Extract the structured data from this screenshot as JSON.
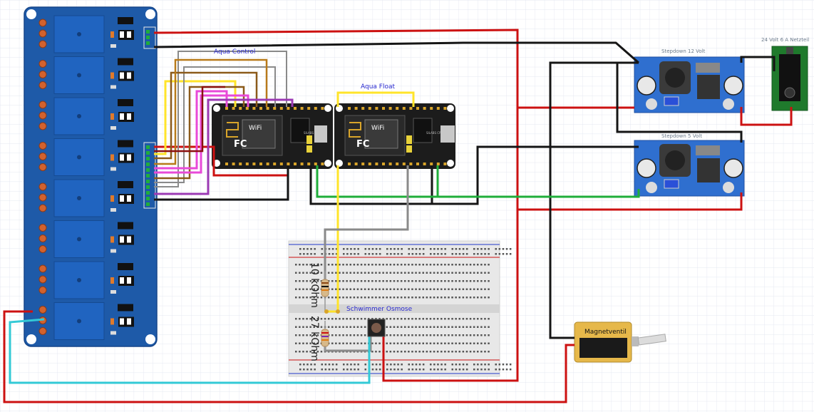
{
  "labels": {
    "aqua_control": "Aqua Control",
    "aqua_float": "Aqua Float",
    "stepdown_12": "Stepdown 12 Volt",
    "stepdown_5": "Stepdown 5 Volt",
    "power_supply": "24 Volt 6 A Netzteil",
    "float_switch": "Schwimmer Osmose",
    "resistor_top": "10 kOhm",
    "resistor_bottom": "27 kOhm",
    "valve": "Magnetventil"
  },
  "module_text": {
    "wifi": "WiFi",
    "fc": "FC",
    "chip": "SILABS CP2102"
  },
  "colors": {
    "relay_board": "#1e5aa8",
    "relay_block": "#2064c0",
    "mcu_board": "#1c1c1c",
    "buck_board": "#2f6fcf",
    "psu_board": "#1f7a2c",
    "breadboard": "#e8e8e8",
    "valve_body": "#e6b84a",
    "wire_red": "#cc1111",
    "wire_black": "#151515",
    "wire_green": "#1fae3a",
    "wire_yellow": "#ffe42a",
    "wire_grey": "#8a8a8a",
    "wire_cyan": "#33c9d6",
    "wire_brown": "#8b5a1a",
    "wire_pink": "#e84ad8",
    "wire_purple": "#9b3ab4",
    "wire_orange": "#b87a1a"
  }
}
